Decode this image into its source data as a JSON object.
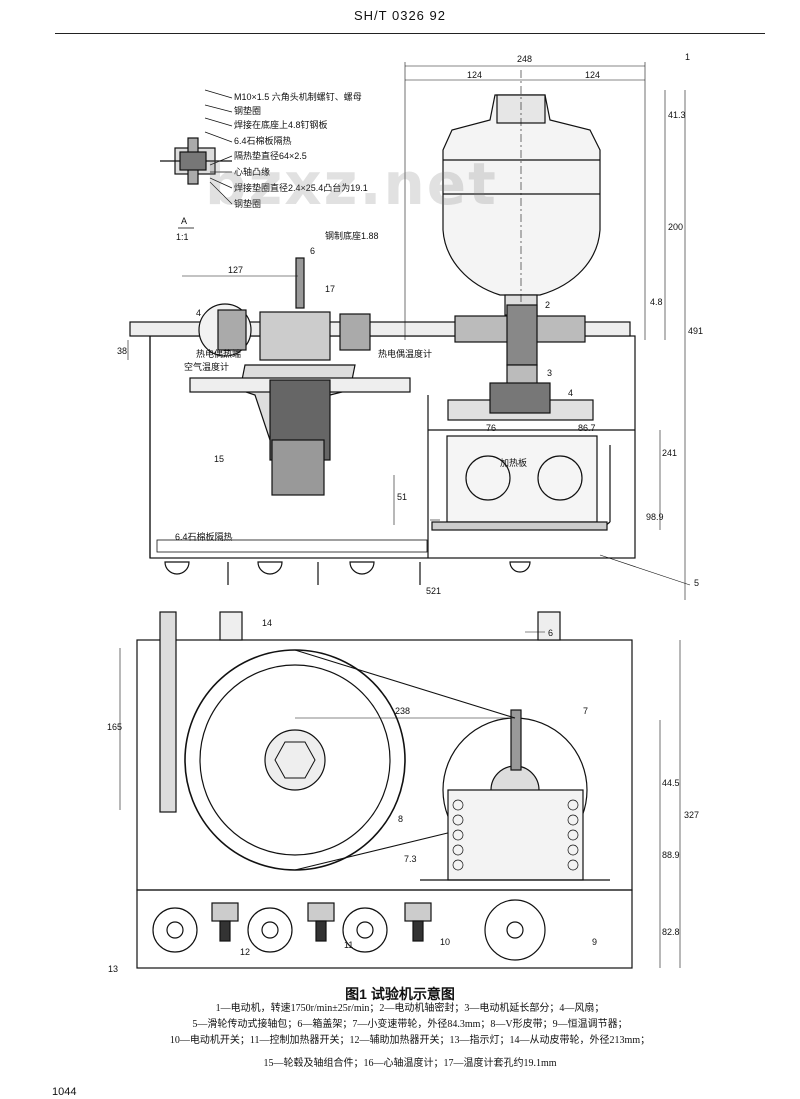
{
  "header": {
    "standard": "SH/T 0326 92"
  },
  "watermark": "bzxz.net",
  "detail": {
    "scale_num": "A",
    "scale_den": "1:1",
    "callouts": [
      "M10×1.5 六角头机制螺钉、螺母",
      "钢垫圈",
      "焊接在底座上4.8钉钢板",
      "6.4石棉板隔热",
      "隔热垫直径64×2.5",
      "心轴凸缘",
      "焊接垫圈直径2.4×25.4凸台为19.1",
      "钢垫圈"
    ]
  },
  "top_view": {
    "labels": {
      "steel_base": "钢制底座1.88",
      "thermocouple": "热电偶热端",
      "air_temp": "空气温度计",
      "thermometer_well": "热电偶温度计",
      "heater_box": "加热板",
      "asbestos_layer": "6.4石棉板隔热",
      "part15": "15",
      "part17": "17",
      "part6": "6"
    },
    "dims": {
      "d248": "248",
      "d124a": "124",
      "d124b": "124",
      "d413": "41.3",
      "d200": "200",
      "d48": "4.8",
      "d491": "491",
      "d127": "127",
      "d38": "38",
      "d76": "76",
      "d867": "86.7",
      "d241": "241",
      "d51": "51",
      "d989": "98.9",
      "d521": "521"
    },
    "markers": [
      "1",
      "2",
      "3",
      "4",
      "5",
      "4"
    ]
  },
  "bottom_view": {
    "dims": {
      "d165": "165",
      "d238": "238",
      "d445": "44.5",
      "d327": "327",
      "d889": "88.9",
      "d828": "82.8",
      "d73": "7.3"
    },
    "markers": [
      "14",
      "8",
      "7",
      "9",
      "10",
      "11",
      "12",
      "13",
      "6"
    ]
  },
  "caption": "图1   试验机示意图",
  "legend": [
    "1—电动机，转速1750r/min±25r/min；2—电动机轴密封；3—电动机延长部分；4—风扇；",
    "5—滑轮传动式接轴包；6—箱盖架；7—小变速带轮，外径84.3mm；8—V形皮带；9—恒温调节器；",
    "10—电动机开关；11—控制加热器开关；12—辅助加热器开关；13—指示灯；14—从动皮带轮，外径213mm；",
    "15—轮毂及轴组合件；16—心轴温度计；17—温度计套孔约19.1mm"
  ],
  "page_number": "1044"
}
